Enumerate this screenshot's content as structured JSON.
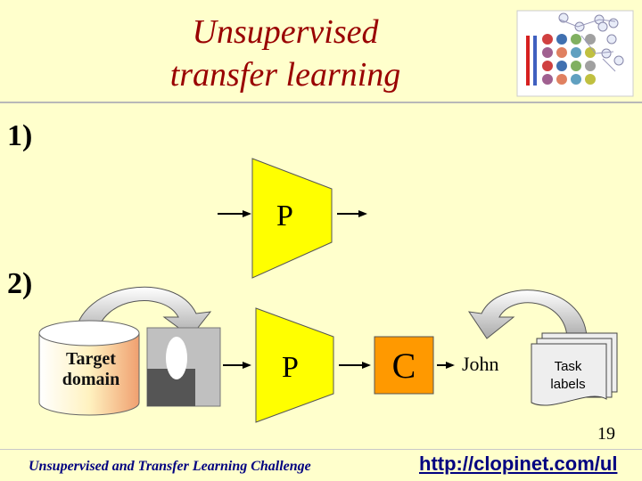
{
  "title": {
    "line1": "Unsupervised",
    "line2": "transfer learning"
  },
  "steps": {
    "one": "1)",
    "two": "2)"
  },
  "diagram": {
    "target_label_line1": "Target",
    "target_label_line2": "domain",
    "preprocessor_1": "P",
    "preprocessor_2": "P",
    "classifier": "C",
    "prediction": "John",
    "task_labels_line1": "Task",
    "task_labels_line2": "labels"
  },
  "colors": {
    "title": "#990000",
    "preprocessor_fill": "#ffff00",
    "classifier_fill": "#ff9900",
    "background": "#ffffcc",
    "footer": "#000080"
  },
  "footer": {
    "page_number": "19",
    "challenge": "Unsupervised and Transfer Learning Challenge",
    "url": "http://clopinet.com/ul"
  }
}
